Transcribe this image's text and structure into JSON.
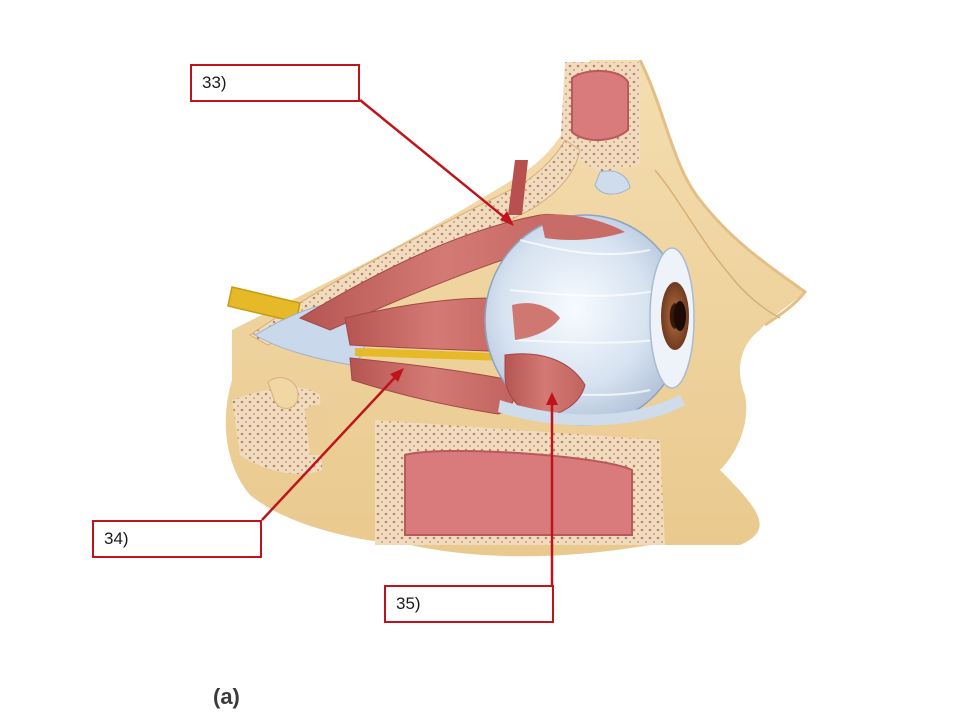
{
  "figure": {
    "part_label": "(a)",
    "labels": [
      {
        "id": "33",
        "text": "33)"
      },
      {
        "id": "34",
        "text": "34)"
      },
      {
        "id": "35",
        "text": "35)"
      }
    ]
  },
  "colors": {
    "leader_line": "#c0141c",
    "bone": "#f1d7a4",
    "muscle": "#c96a68",
    "sclera": "#dbe6f3",
    "iris": "#8b4a2a",
    "optic_nerve": "#e2b832",
    "sinus": "#d98080"
  }
}
